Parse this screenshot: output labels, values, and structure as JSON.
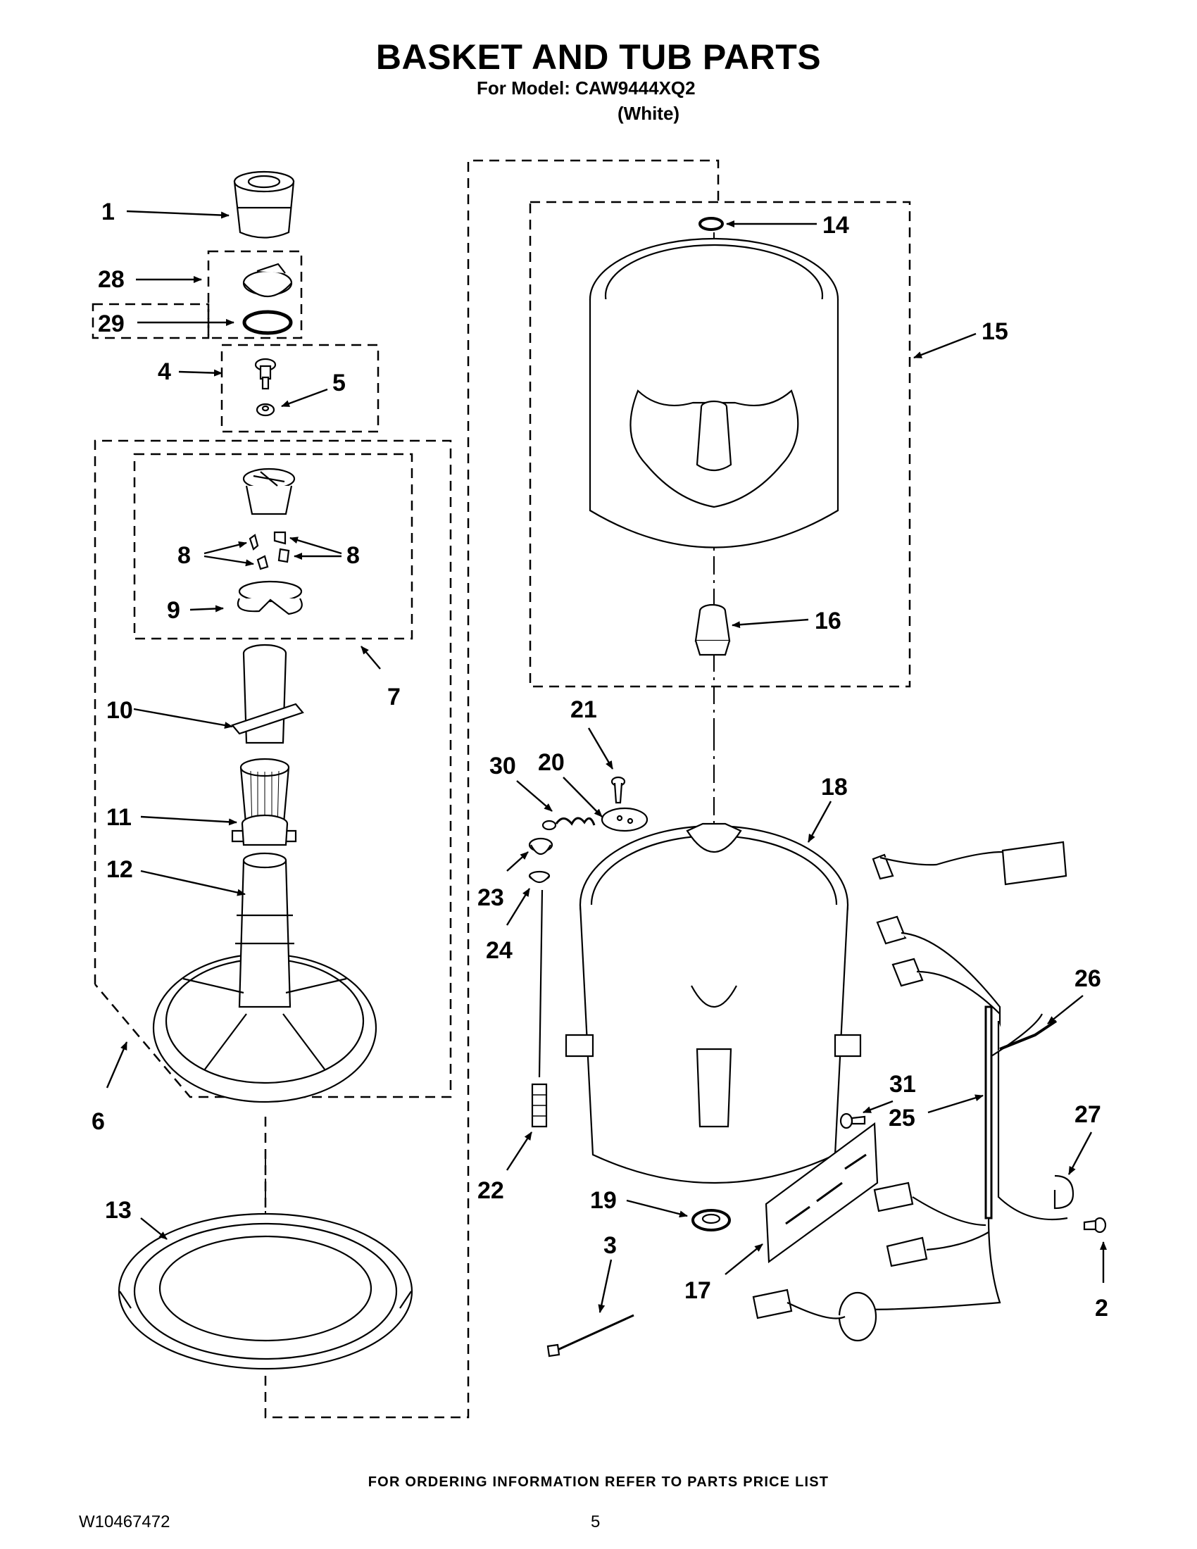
{
  "header": {
    "title": "BASKET AND TUB PARTS",
    "model_line": "For Model: CAW9444XQ2",
    "color_line": "(White)"
  },
  "callouts": {
    "c1": "1",
    "c2": "2",
    "c3": "3",
    "c4": "4",
    "c5": "5",
    "c6": "6",
    "c7": "7",
    "c8a": "8",
    "c8b": "8",
    "c9": "9",
    "c10": "10",
    "c11": "11",
    "c12": "12",
    "c13": "13",
    "c14": "14",
    "c15": "15",
    "c16": "16",
    "c17": "17",
    "c18": "18",
    "c19": "19",
    "c20": "20",
    "c21": "21",
    "c22": "22",
    "c23": "23",
    "c24": "24",
    "c25": "25",
    "c26": "26",
    "c27": "27",
    "c28": "28",
    "c29": "29",
    "c30": "30",
    "c31": "31"
  },
  "footer": {
    "ordering_note": "FOR ORDERING INFORMATION REFER TO PARTS PRICE LIST",
    "document_number": "W10467472",
    "page_number": "5"
  }
}
